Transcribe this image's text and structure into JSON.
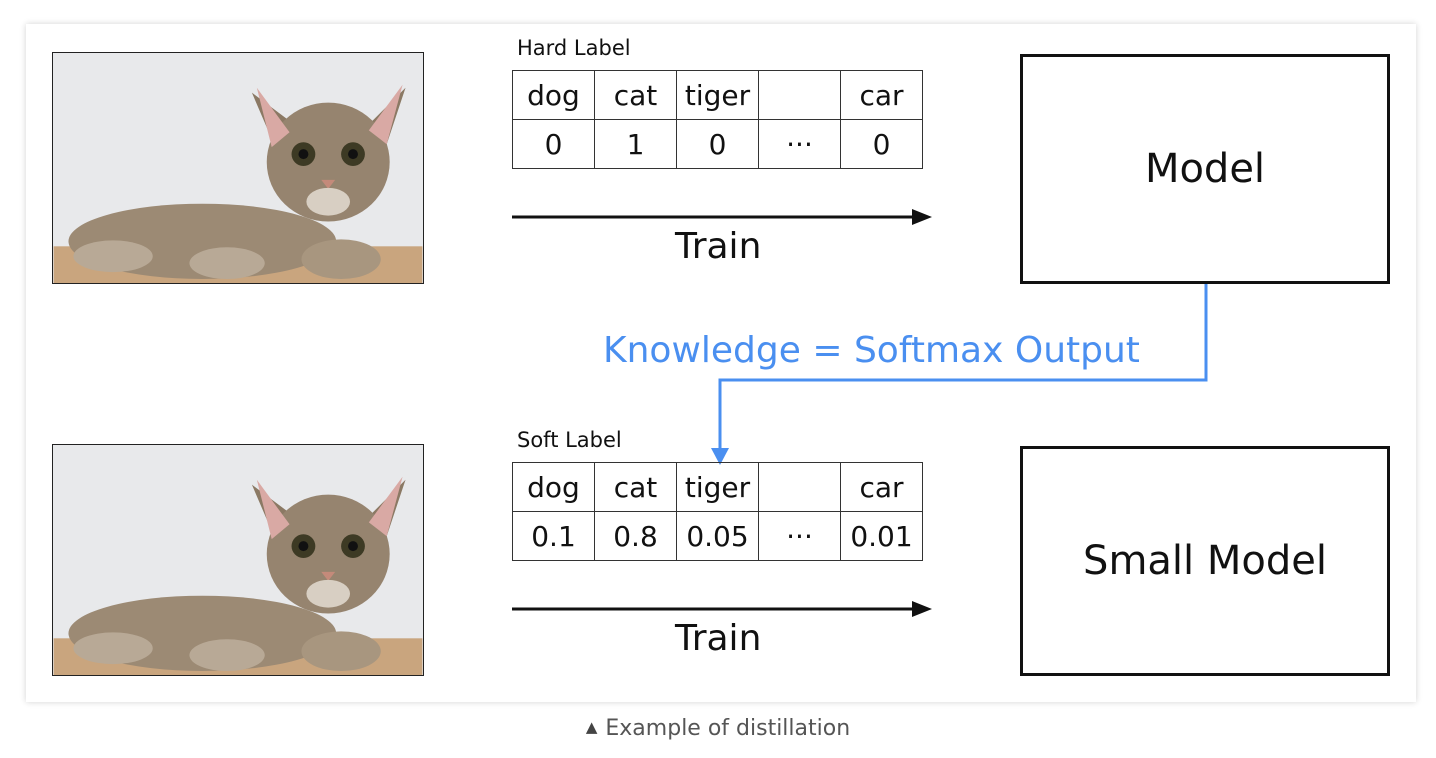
{
  "top": {
    "label_title": "Hard Label",
    "classes": [
      "dog",
      "cat",
      "tiger",
      "",
      "car"
    ],
    "values": [
      "0",
      "1",
      "0",
      "···",
      "0"
    ],
    "train_label": "Train",
    "model_label": "Model"
  },
  "bottom": {
    "label_title": "Soft Label",
    "classes": [
      "dog",
      "cat",
      "tiger",
      "",
      "car"
    ],
    "values": [
      "0.1",
      "0.8",
      "0.05",
      "···",
      "0.01"
    ],
    "train_label": "Train",
    "model_label": "Small Model"
  },
  "knowledge_label": "Knowledge = Softmax Output",
  "caption": "Example of distillation",
  "colors": {
    "accent": "#4a8ff0",
    "line": "#111111"
  }
}
